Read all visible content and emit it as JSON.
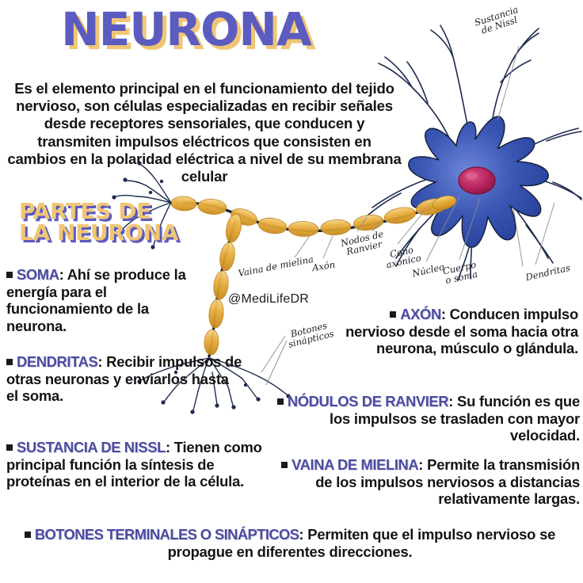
{
  "title": "NEURONA",
  "intro": "Es el elemento principal en el funcionamiento del tejido nervioso, son células especializadas en recibir señales desde receptores sensoriales, que conducen y transmiten impulsos eléctricos que consisten en cambios en la polaridad eléctrica a nivel de su membrana celular",
  "section": {
    "line1": "PARTES DE",
    "line2": "LA NEURONA"
  },
  "parts": [
    {
      "term": "SOMA",
      "body": ": Ahí se produce la energía para el funcionamiento de la neurona."
    },
    {
      "term": "DENDRITAS",
      "body": ": Recibir impulsos de otras neuronas y enviarlos hasta el soma."
    },
    {
      "term": "SUSTANCIA DE NISSL",
      "body": ": Tienen como principal función la síntesis de proteínas en el interior de la célula."
    },
    {
      "term": "AXÓN",
      "body": ": Conducen impulso nervioso desde el soma hacia otra neurona, músculo o glándula."
    },
    {
      "term": "NÓDULOS DE RANVIER",
      "body": ": Su función es que los impulsos se trasladen con mayor velocidad."
    },
    {
      "term": "VAINA DE MIELINA",
      "body": ": Permite la transmisión de los impulsos nerviosos a distancias relativamente largas."
    },
    {
      "term": "BOTONES TERMINALES O SINÁPTICOS",
      "body": ": Permiten que el impulso nervioso se propague en diferentes direcciones."
    }
  ],
  "diagram_labels": {
    "sustancia_de_nissl_l1": "Sustancia",
    "sustancia_de_nissl_l2": "de Nissl",
    "vaina_de_mielina": "Vaina de mielina",
    "axon": "Axón",
    "nodos_l1": "Nodos de",
    "nodos_l2": "Ranvier",
    "cono_l1": "Cono",
    "cono_l2": "axónico",
    "nucleo": "Núcleo",
    "cuerpo_l1": "Cuerpo",
    "cuerpo_l2": "o soma",
    "dendritas": "Dendritas",
    "botones_l1": "Botones",
    "botones_l2": "sinápticos"
  },
  "watermark": "@MediLifeDR",
  "colors": {
    "title_fill": "#5b5bc0",
    "title_shadow": "#f0c675",
    "heading_fill": "#f0c675",
    "heading_shadow": "#5b5bc0",
    "term": "#4b4ba0",
    "body_text": "#141414",
    "soma_blue": "#2c49a6",
    "soma_blue_light": "#5d79d4",
    "nucleus": "#b8255f",
    "myelin": "#e0a32e",
    "myelin_light": "#f2c66a",
    "axon_line": "#16213f",
    "background": "#ffffff"
  }
}
